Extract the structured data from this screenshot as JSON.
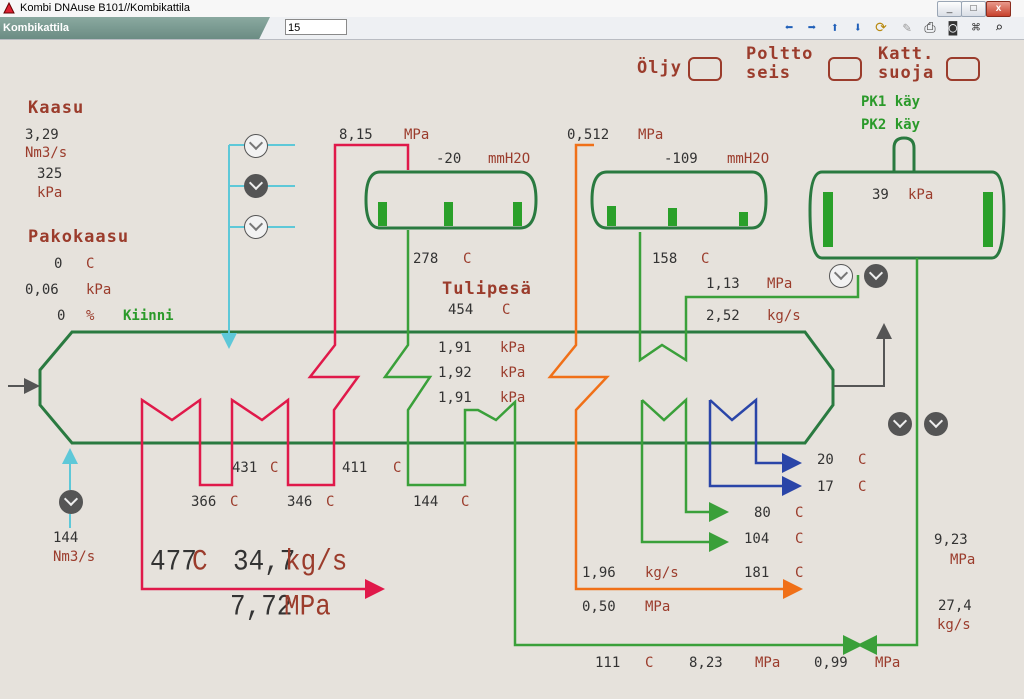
{
  "window": {
    "title": "Kombi DNAuse B101//Kombikattila"
  },
  "toolbar": {
    "tab_label": "Kombikattila",
    "page_number": "15"
  },
  "buttons": {
    "oil": "Öljy",
    "fuel_stop_l1": "Poltto",
    "fuel_stop_l2": "seis",
    "boiler_guard_l1": "Katt.",
    "boiler_guard_l2": "suoja"
  },
  "status": {
    "pk1": "PK1 käy",
    "pk2": "PK2 käy"
  },
  "gas": {
    "title": "Kaasu",
    "flow": "3,29",
    "flow_unit": "Nm3/s",
    "pressure": "325",
    "pressure_unit": "kPa"
  },
  "exhaust": {
    "title": "Pakokaasu",
    "temp": "0",
    "temp_unit": "C",
    "pressure": "0,06",
    "pressure_unit": "kPa",
    "damper": "0",
    "damper_unit": "%",
    "damper_state": "Kiinni"
  },
  "drum_hp": {
    "pressure": "8,15",
    "pressure_unit": "MPa",
    "level": "-20",
    "level_unit": "mmH2O",
    "temp": "278",
    "temp_unit": "C"
  },
  "drum_lp": {
    "pressure": "0,512",
    "pressure_unit": "MPa",
    "level": "-109",
    "level_unit": "mmH2O",
    "temp": "158",
    "temp_unit": "C"
  },
  "deaerator": {
    "pressure": "39",
    "pressure_unit": "kPa",
    "feed_pressure": "1,13",
    "feed_pressure_unit": "MPa",
    "feed_flow": "2,52",
    "feed_flow_unit": "kg/s"
  },
  "furnace": {
    "title": "Tulipesä",
    "temp": "454",
    "temp_unit": "C",
    "p1": "1,91",
    "p2": "1,92",
    "p3": "1,91",
    "p_unit": "kPa"
  },
  "hp_sh": {
    "t1": "431",
    "t2": "411",
    "t3": "366",
    "t4": "346",
    "t5": "144",
    "unit": "C"
  },
  "steam_out": {
    "temp": "477",
    "temp_unit": "C",
    "flow": "34,7",
    "flow_unit": "kg/s",
    "pressure": "7,72",
    "pressure_unit": "MPa"
  },
  "air": {
    "flow": "144",
    "flow_unit": "Nm3/s"
  },
  "lp_side": {
    "t_a": "20",
    "t_b": "17",
    "t_c": "80",
    "t_d": "104",
    "t_e": "181",
    "unit": "C",
    "lp_flow": "1,96",
    "lp_flow_unit": "kg/s",
    "lp_pressure": "0,50",
    "lp_pressure_unit": "MPa"
  },
  "feedwater": {
    "pressure": "9,23",
    "pressure_unit": "MPa",
    "flow": "27,4",
    "flow_unit": "kg/s",
    "temp": "111",
    "temp_unit": "C",
    "p_after": "8,23",
    "p_after_unit": "MPa",
    "p_valve": "0,99",
    "p_valve_unit": "MPa"
  },
  "colors": {
    "hp": "#e0194a",
    "water": "#3aa03a",
    "lp": "#f07018",
    "cold": "#2a45a8",
    "gas": "#5ec8d8",
    "boiler": "#2a7a40"
  }
}
